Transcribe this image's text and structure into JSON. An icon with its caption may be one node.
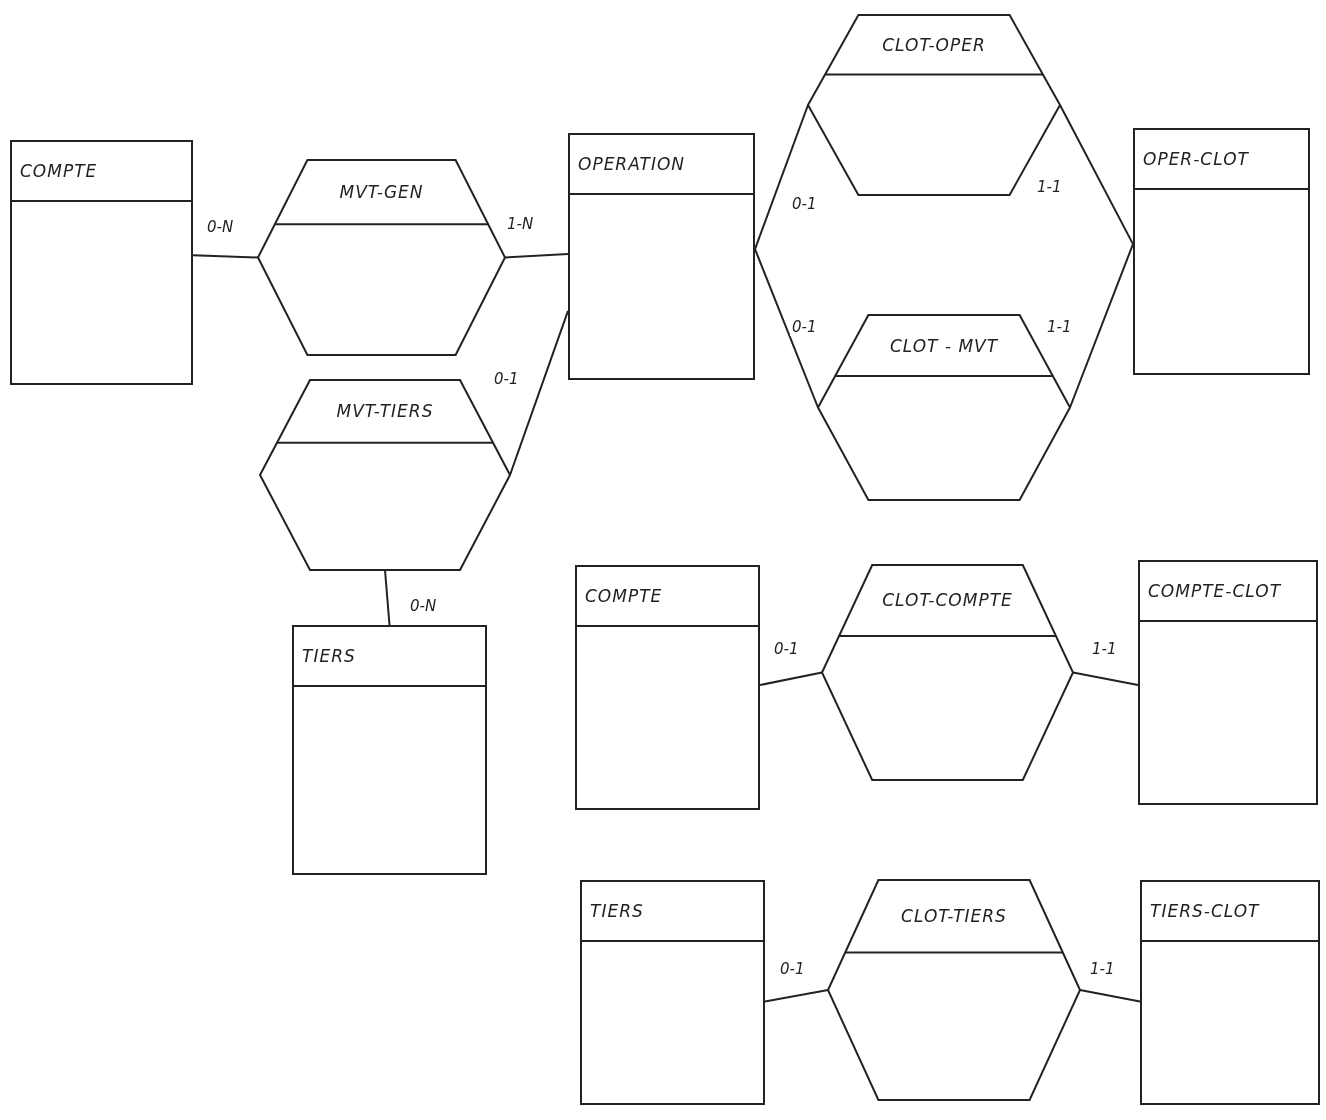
{
  "diagram": {
    "nodes": [
      {
        "text": [
          "COMPTE"
        ]
      },
      {
        "text": [
          "MVT-GEN"
        ]
      },
      {
        "text": [
          "OPERATION"
        ]
      },
      {
        "text": [
          "CLOT-OPER"
        ]
      },
      {
        "text": [
          "OPER-CLOT"
        ]
      },
      {
        "text": [
          "CLOT - MVT"
        ]
      },
      {
        "text": [
          "MVT-TIERS"
        ]
      },
      {
        "text": [
          "COMPTE"
        ]
      },
      {
        "text": [
          "CLOT-COMPTE"
        ]
      },
      {
        "text": [
          "COMPTE-CLOT"
        ]
      },
      {
        "text": [
          "TIERS"
        ]
      },
      {
        "text": [
          "TIERS"
        ]
      },
      {
        "text": [
          "CLOT-TIERS"
        ]
      },
      {
        "text": [
          "TIERS-CLOT"
        ]
      }
    ],
    "edges": [
      {
        "from": 0,
        "to": 1,
        "arrow": "none",
        "label": "0-N"
      },
      {
        "from": 1,
        "to": 2,
        "arrow": "none",
        "label": "1-N"
      },
      {
        "from": 2,
        "to": 3,
        "arrow": "none",
        "label": "0-1"
      },
      {
        "from": 3,
        "to": 4,
        "arrow": "none",
        "label": "1-1"
      },
      {
        "from": 2,
        "to": 5,
        "arrow": "none",
        "label": "0-1"
      },
      {
        "from": 5,
        "to": 4,
        "arrow": "none",
        "label": "1-1"
      },
      {
        "from": 6,
        "to": 2,
        "arrow": "none",
        "label": "0-1"
      },
      {
        "from": 6,
        "to": 10,
        "arrow": "none",
        "label": "0-N"
      },
      {
        "from": 7,
        "to": 8,
        "arrow": "none",
        "label": "0-1"
      },
      {
        "from": 8,
        "to": 9,
        "arrow": "none",
        "label": "1-1"
      },
      {
        "from": 11,
        "to": 12,
        "arrow": "none",
        "label": "0-1"
      },
      {
        "from": 12,
        "to": 13,
        "arrow": "none",
        "label": "1-1"
      }
    ]
  }
}
